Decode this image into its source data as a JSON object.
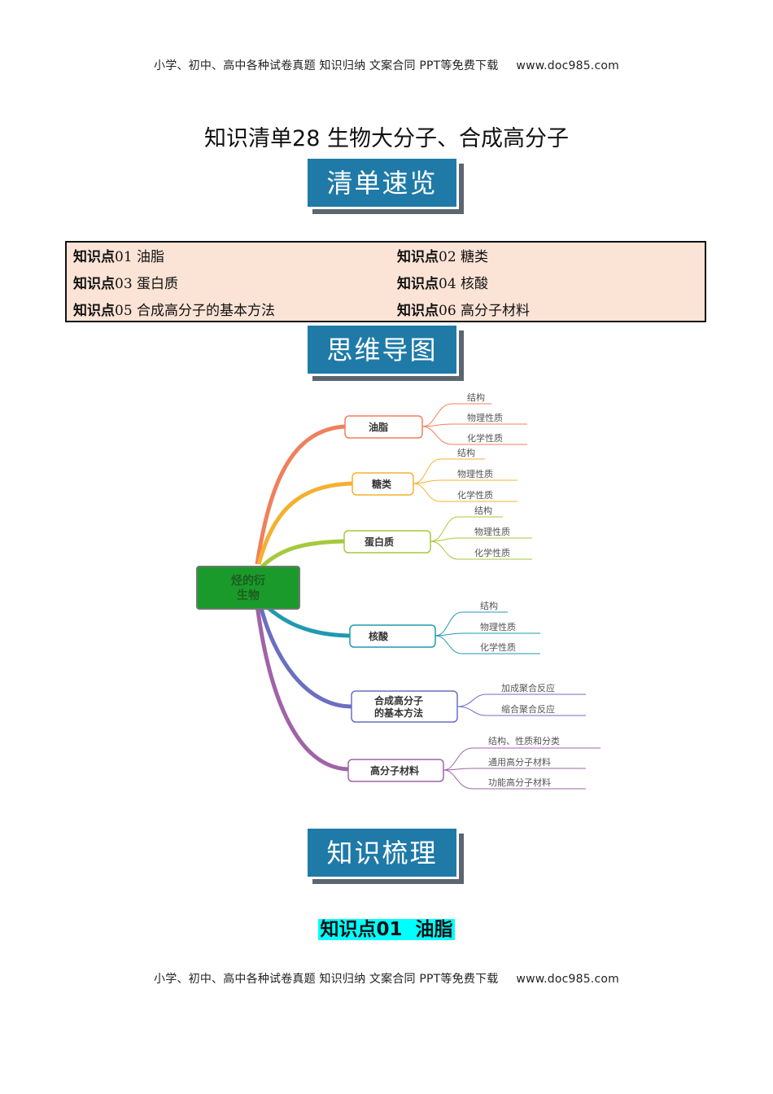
{
  "header": {
    "text": "小学、初中、高中各种试卷真题  知识归纳  文案合同  PPT等免费下载",
    "url": "www.doc985.com"
  },
  "footer": {
    "text": "小学、初中、高中各种试卷真题  知识归纳  文案合同  PPT等免费下载",
    "url": "www.doc985.com"
  },
  "title": "知识清单28  生物大分子、合成高分子",
  "banners": {
    "overview": "清单速览",
    "mindmap": "思维导图",
    "review": "知识梳理"
  },
  "toc": [
    {
      "prefix": "知识点",
      "num": "01",
      "name": "油脂"
    },
    {
      "prefix": "知识点",
      "num": "02",
      "name": "糖类"
    },
    {
      "prefix": "知识点",
      "num": "03",
      "name": "蛋白质"
    },
    {
      "prefix": "知识点",
      "num": "04",
      "name": "核酸"
    },
    {
      "prefix": "知识点",
      "num": "05",
      "name": "合成高分子的基本方法"
    },
    {
      "prefix": "知识点",
      "num": "06",
      "name": "高分子材料"
    }
  ],
  "mindmap": {
    "root": [
      "烃的衍",
      "生物"
    ],
    "branches": [
      {
        "label": "油脂",
        "color": "#f07f5c",
        "leaves": [
          "结构",
          "物理性质",
          "化学性质"
        ]
      },
      {
        "label": "糖类",
        "color": "#f5b030",
        "leaves": [
          "结构",
          "物理性质",
          "化学性质"
        ]
      },
      {
        "label": "蛋白质",
        "color": "#a6c93c",
        "leaves": [
          "结构",
          "物理性质",
          "化学性质"
        ]
      },
      {
        "label": "核酸",
        "color": "#1f9ab0",
        "leaves": [
          "结构",
          "物理性质",
          "化学性质"
        ]
      },
      {
        "label": [
          "合成高分子",
          "的基本方法"
        ],
        "color": "#6a6fc2",
        "leaves": [
          "加成聚合反应",
          "缩合聚合反应"
        ]
      },
      {
        "label": "高分子材料",
        "color": "#a063a8",
        "leaves": [
          "结构、性质和分类",
          "通用高分子材料",
          "功能高分子材料"
        ]
      }
    ]
  },
  "section": {
    "prefix": "知识点",
    "num": "01",
    "name": "油脂"
  }
}
